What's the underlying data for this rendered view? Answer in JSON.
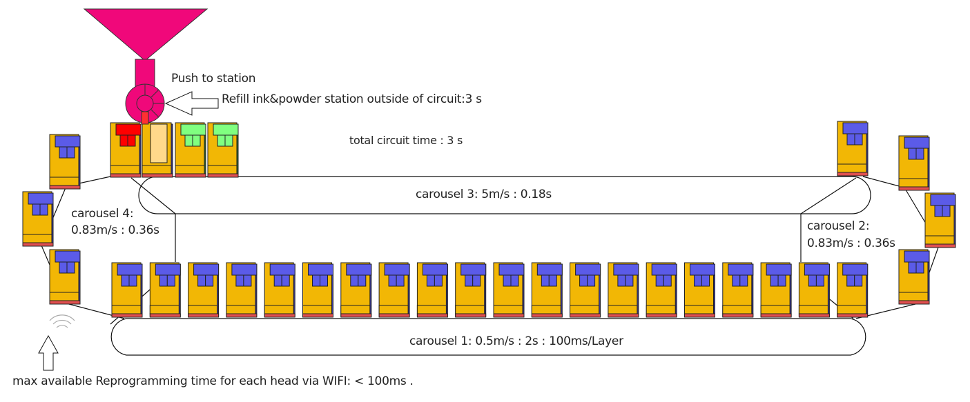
{
  "labels": {
    "push_to_station": "Push to station",
    "refill_station": "Refill ink&powder station outside of circuit:3 s",
    "total_circuit_time": "total circuit time : 3 s",
    "carousel3": "carousel 3:  5m/s  : 0.18s",
    "carousel4_line1": "carousel 4:",
    "carousel4_line2": "0.83m/s : 0.36s",
    "carousel2_line1": "carousel 2:",
    "carousel2_line2": "0.83m/s : 0.36s",
    "carousel1": "carousel 1:  0.5m/s : 2s : 100ms/Layer",
    "wifi_note": "max available Reprogramming time for each head via WIFI: < 100ms ."
  },
  "colors": {
    "funnel": "#f0087a",
    "head_body": "#f2b705",
    "head_cap": "#5b5be8",
    "head_base": "#e05050",
    "cap_red": "#ff0000",
    "cap_green": "#80ff80",
    "refill_panel": "#ffd98a"
  },
  "station_heads": [
    "red",
    "refill",
    "green",
    "green"
  ],
  "bottom_head_count": 20
}
